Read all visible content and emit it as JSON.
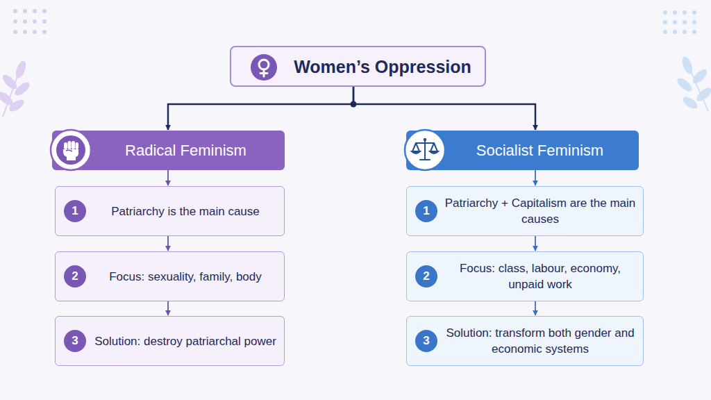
{
  "diagram": {
    "nodes": [
      {
        "text": [
          "Women’s Oppression"
        ]
      },
      {
        "text": [
          "Radical Feminism"
        ]
      },
      {
        "text": [
          "Patriarchy is the main cause"
        ]
      },
      {
        "text": [
          "1"
        ],
        "in": 2
      },
      {
        "text": [
          "Focus: sexuality, family, body"
        ]
      },
      {
        "text": [
          "2"
        ],
        "in": 4
      },
      {
        "text": [
          "Solution: destroy patriarchal power"
        ]
      },
      {
        "text": [
          "3"
        ],
        "in": 6
      },
      {
        "text": [
          "Socialist Feminism"
        ]
      },
      {
        "text": [
          "Patriarchy + Capitalism are the main causes"
        ]
      },
      {
        "text": [
          "1"
        ],
        "in": 9
      },
      {
        "text": [
          "Focus: class, labour, economy, unpaid work"
        ]
      },
      {
        "text": [
          "2"
        ],
        "in": 11
      },
      {
        "text": [
          "Solution: transform both gender and economic systems"
        ]
      },
      {
        "text": [
          "3"
        ],
        "in": 13
      }
    ],
    "edges": [
      {
        "from": 0,
        "to": 1,
        "arrow": "to"
      },
      {
        "from": 0,
        "to": 8,
        "arrow": "to"
      },
      {
        "from": 1,
        "to": 2,
        "arrow": "to"
      },
      {
        "from": 2,
        "to": 4,
        "arrow": "to"
      },
      {
        "from": 4,
        "to": 6,
        "arrow": "to"
      },
      {
        "from": 8,
        "to": 9,
        "arrow": "to"
      },
      {
        "from": 9,
        "to": 11,
        "arrow": "to"
      },
      {
        "from": 11,
        "to": 13,
        "arrow": "to"
      }
    ]
  }
}
